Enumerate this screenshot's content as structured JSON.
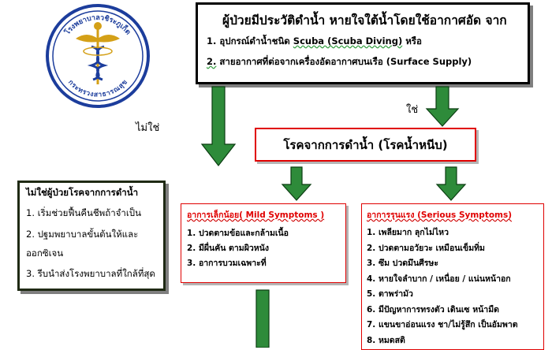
{
  "logo": {
    "text_top": "โรงพยาบาลวชิระภูเก็ต",
    "text_bottom": "กระทรวงสาธารณสุข"
  },
  "top_box": {
    "title": "ผู้ป่วยมีประวัติดำน้ำ หายใจใต้น้ำโดยใช้อากาศอัด จาก",
    "line1_prefix": "1. อุปกรณ์ดำน้ำชนิด ",
    "line1_underlined": "Scuba (Scuba Diving)",
    "line1_suffix": " หรือ",
    "line2_num": "2.",
    "line2_text": " สายอากาศที่ต่อจากเครื่องอัดอากาศบนเรือ (Surface Supply)"
  },
  "labels": {
    "no": "ไม่ใช่",
    "yes": "ใช่"
  },
  "disease_box": {
    "text": "โรคจากการดำน้ำ (โรคน้ำหนีบ)"
  },
  "not_diver_box": {
    "title": "ไม่ใช่ผู้ป่วยโรคจากการดำน้ำ",
    "item1": "1. เริ่มช่วยฟื้นคืนชีพถ้าจำเป็น",
    "item2a": "2. ปฐมพยาบาลขั้นต้นให้และ",
    "item2b": "ออกซิเจน",
    "item3": "3. รีบนำส่งโรงพยาบาลที่ใกล้ที่สุด"
  },
  "mild_box": {
    "title": "อาการเล็กน้อย( Mild  Symptoms )",
    "items": [
      "1. ปวดตามข้อและกล้ามเนื้อ",
      "2. มีผื่นคัน ตามผิวหนัง",
      "3. อาการบวมเฉพาะที่"
    ]
  },
  "serious_box": {
    "title": "อาการรุนแรง (Serious  Symptoms)",
    "items": [
      "1. เพลียมาก ลุกไม่ไหว",
      "2. ปวดตามอวัยวะ เหมือนเข็มทิ่ม",
      "3. ซึม ปวดมึนศีรษะ",
      "4. หายใจลำบาก / เหนื่อย /  แน่นหน้าอก",
      "5. ตาพร่ามัว",
      "6. มีปัญหาการทรงตัว เดินเซ หน้ามืด",
      "7. แขนขาอ่อนแรง ชา/ไม่รู้สึก เป็นอัมพาต",
      "8. หมดสติ"
    ]
  },
  "colors": {
    "arrow_green": "#2e8b3a",
    "arrow_outline": "#0b3d12",
    "alert_red": "#e00000",
    "logo_blue": "#1c3d9c",
    "logo_gold": "#d4a017"
  }
}
